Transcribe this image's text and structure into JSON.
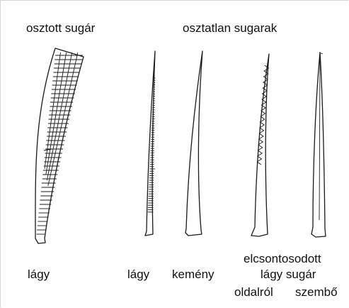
{
  "headings": {
    "segmented": "osztott sugár",
    "unsegmented": "osztatlan sugarak"
  },
  "captions": {
    "ray1": "lágy",
    "ray2": "lágy",
    "ray3": "kemény",
    "ray4_line1": "elcsontosodott",
    "ray4_line2": "lágy sugár",
    "ray4_line3": "oldalról",
    "ray5_line3": "szembő"
  }
}
